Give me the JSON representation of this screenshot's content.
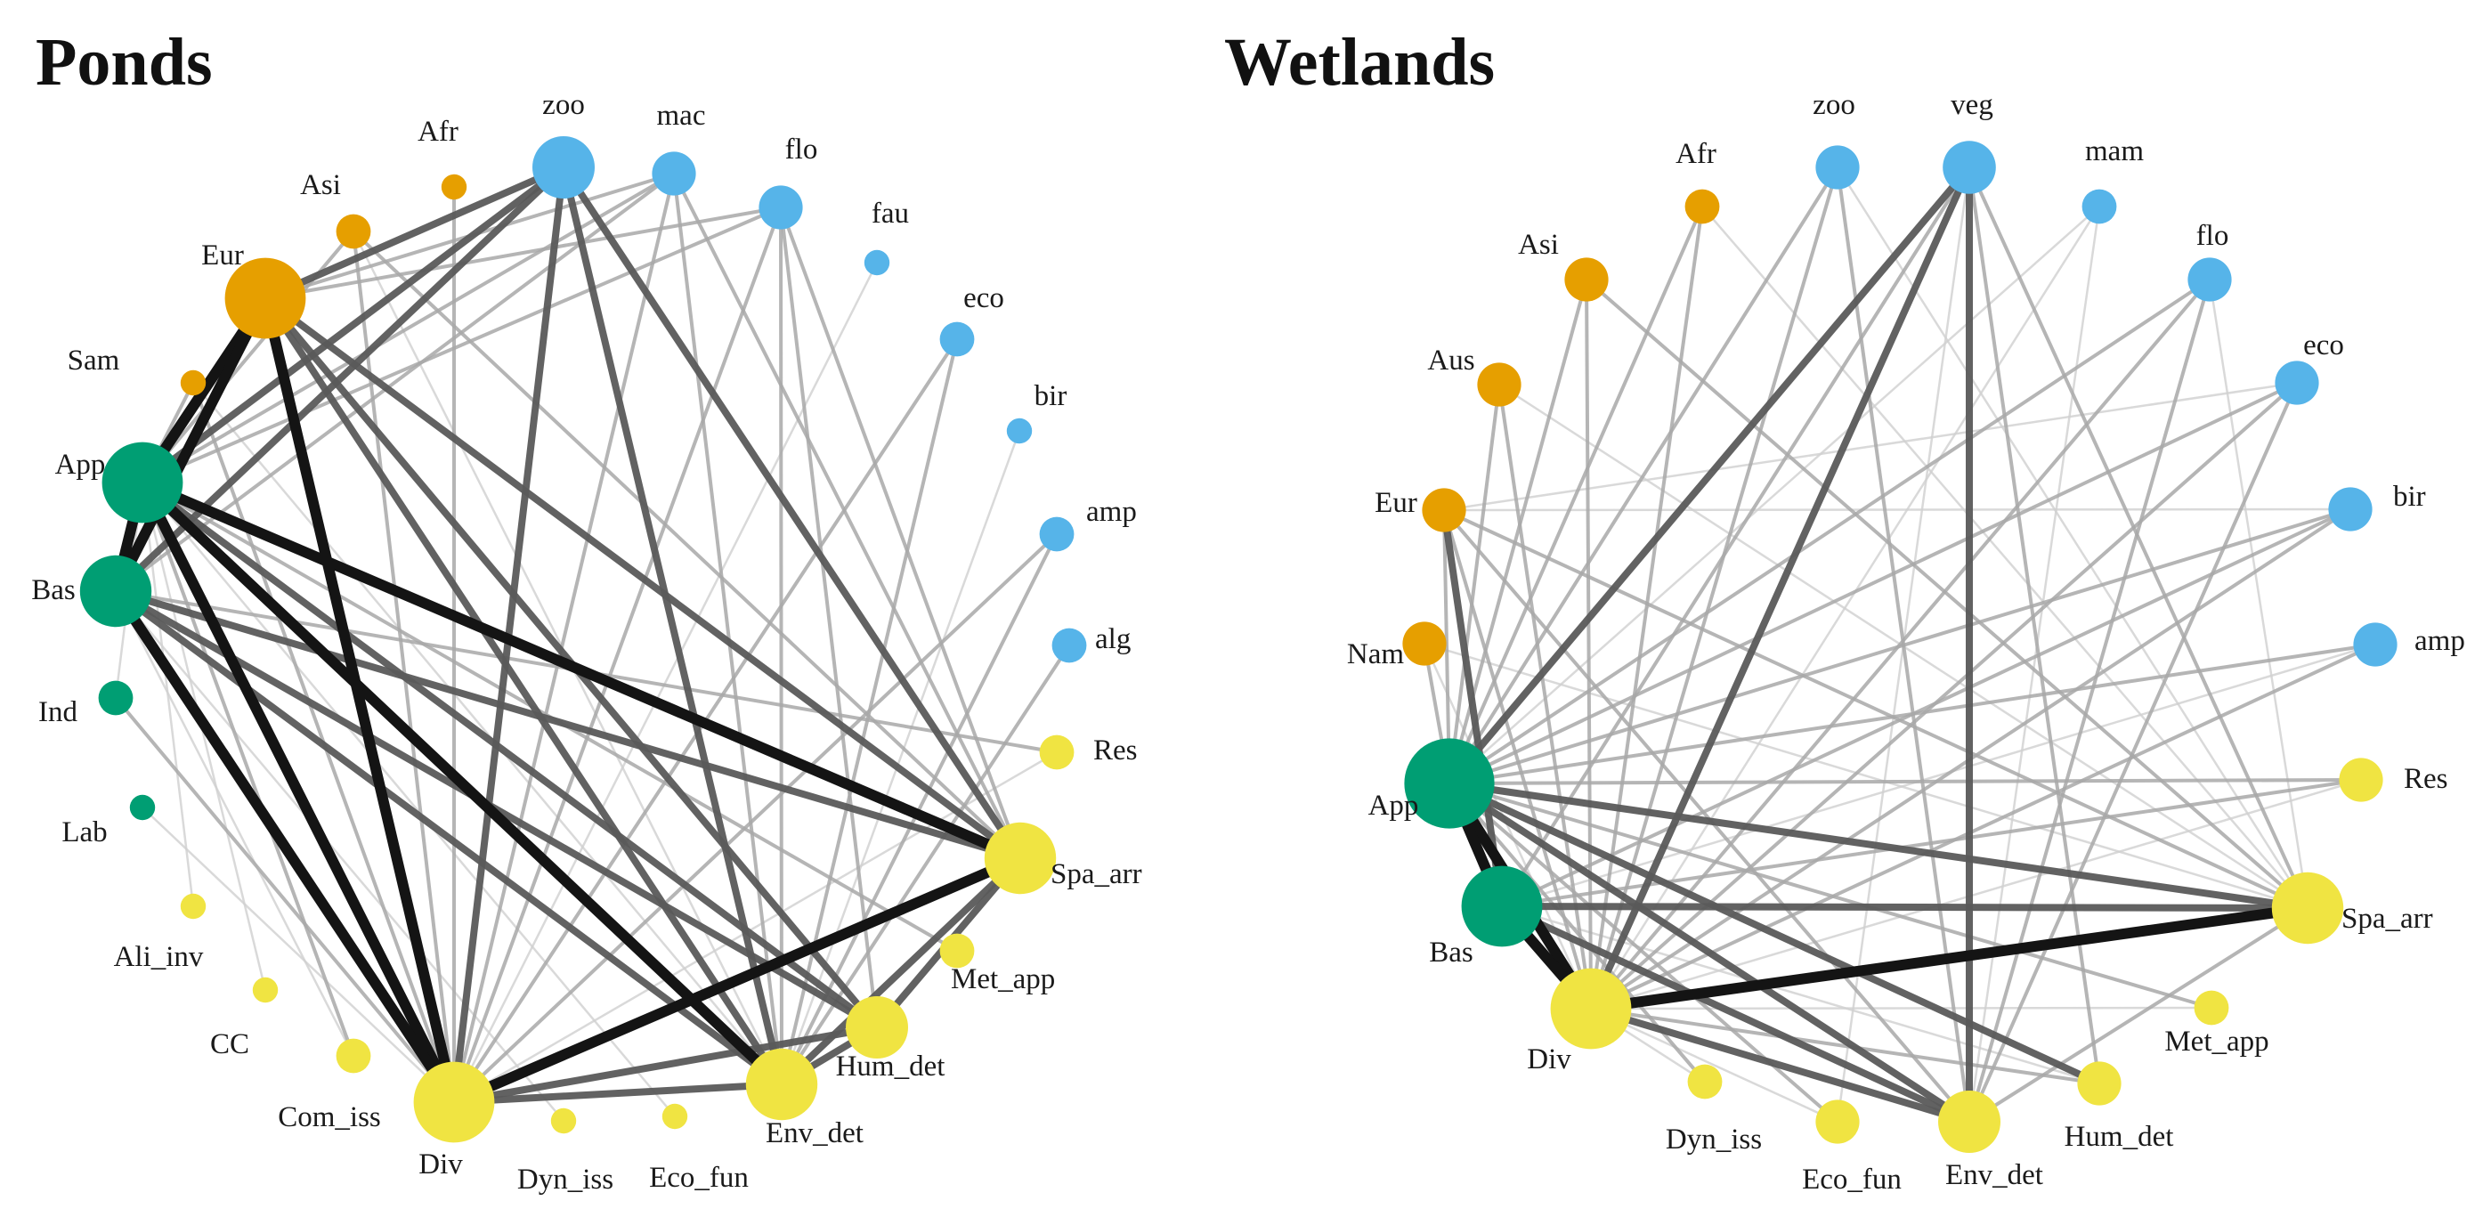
{
  "colors": {
    "region": "#E69F00",
    "taxon": "#56B4E9",
    "approach": "#009E73",
    "topic": "#F0E442",
    "edge_strong": "#141414",
    "edge_medium": "#5a5a5a",
    "edge_light": "#a8a8a8",
    "edge_faint": "#cfcfcf"
  },
  "panels": [
    {
      "title": "Ponds",
      "nodes": [
        {
          "id": "zoo",
          "label": "zoo",
          "group": "taxon",
          "weight": 5
        },
        {
          "id": "mac",
          "label": "mac",
          "group": "taxon",
          "weight": 3
        },
        {
          "id": "flo",
          "label": "flo",
          "group": "taxon",
          "weight": 3
        },
        {
          "id": "fau",
          "label": "fau",
          "group": "taxon",
          "weight": 1
        },
        {
          "id": "eco",
          "label": "eco",
          "group": "taxon",
          "weight": 2
        },
        {
          "id": "bir",
          "label": "bir",
          "group": "taxon",
          "weight": 1
        },
        {
          "id": "amp",
          "label": "amp",
          "group": "taxon",
          "weight": 2
        },
        {
          "id": "alg",
          "label": "alg",
          "group": "taxon",
          "weight": 2
        },
        {
          "id": "Res",
          "label": "Res",
          "group": "topic",
          "weight": 2
        },
        {
          "id": "Spa_arr",
          "label": "Spa_arr",
          "group": "topic",
          "weight": 6
        },
        {
          "id": "Met_app",
          "label": "Met_app",
          "group": "topic",
          "weight": 2
        },
        {
          "id": "Hum_det",
          "label": "Hum_det",
          "group": "topic",
          "weight": 5
        },
        {
          "id": "Env_det",
          "label": "Env_det",
          "group": "topic",
          "weight": 6
        },
        {
          "id": "Eco_fun",
          "label": "Eco_fun",
          "group": "topic",
          "weight": 1
        },
        {
          "id": "Dyn_iss",
          "label": "Dyn_iss",
          "group": "topic",
          "weight": 1
        },
        {
          "id": "Div",
          "label": "Div",
          "group": "topic",
          "weight": 7
        },
        {
          "id": "Com_iss",
          "label": "Com_iss",
          "group": "topic",
          "weight": 2
        },
        {
          "id": "CC",
          "label": "CC",
          "group": "topic",
          "weight": 1
        },
        {
          "id": "Ali_inv",
          "label": "Ali_inv",
          "group": "topic",
          "weight": 1
        },
        {
          "id": "Lab",
          "label": "Lab",
          "group": "approach",
          "weight": 1
        },
        {
          "id": "Ind",
          "label": "Ind",
          "group": "approach",
          "weight": 2
        },
        {
          "id": "Bas",
          "label": "Bas",
          "group": "approach",
          "weight": 6
        },
        {
          "id": "App",
          "label": "App",
          "group": "approach",
          "weight": 7
        },
        {
          "id": "Sam",
          "label": "Sam",
          "group": "region",
          "weight": 1
        },
        {
          "id": "Eur",
          "label": "Eur",
          "group": "region",
          "weight": 7
        },
        {
          "id": "Asi",
          "label": "Asi",
          "group": "region",
          "weight": 2
        },
        {
          "id": "Afr",
          "label": "Afr",
          "group": "region",
          "weight": 1
        }
      ],
      "edges": [
        [
          "App",
          "Div",
          "strong"
        ],
        [
          "App",
          "Env_det",
          "strong"
        ],
        [
          "App",
          "Spa_arr",
          "strong"
        ],
        [
          "Bas",
          "Div",
          "strong"
        ],
        [
          "Eur",
          "Div",
          "strong"
        ],
        [
          "Eur",
          "App",
          "strong"
        ],
        [
          "Div",
          "Spa_arr",
          "strong"
        ],
        [
          "Bas",
          "App",
          "strong"
        ],
        [
          "Eur",
          "Bas",
          "strong"
        ],
        [
          "Eur",
          "Spa_arr",
          "medium"
        ],
        [
          "Eur",
          "Env_det",
          "medium"
        ],
        [
          "Eur",
          "Hum_det",
          "medium"
        ],
        [
          "zoo",
          "Spa_arr",
          "medium"
        ],
        [
          "zoo",
          "Div",
          "medium"
        ],
        [
          "zoo",
          "Env_det",
          "medium"
        ],
        [
          "zoo",
          "App",
          "medium"
        ],
        [
          "zoo",
          "Bas",
          "medium"
        ],
        [
          "zoo",
          "Eur",
          "medium"
        ],
        [
          "Bas",
          "Env_det",
          "medium"
        ],
        [
          "Bas",
          "Spa_arr",
          "medium"
        ],
        [
          "Bas",
          "Hum_det",
          "medium"
        ],
        [
          "App",
          "Hum_det",
          "medium"
        ],
        [
          "Div",
          "Env_det",
          "medium"
        ],
        [
          "Env_det",
          "Spa_arr",
          "medium"
        ],
        [
          "Hum_det",
          "Spa_arr",
          "medium"
        ],
        [
          "Hum_det",
          "Env_det",
          "medium"
        ],
        [
          "Div",
          "Hum_det",
          "medium"
        ],
        [
          "mac",
          "App",
          "light"
        ],
        [
          "mac",
          "Env_det",
          "light"
        ],
        [
          "mac",
          "Div",
          "light"
        ],
        [
          "mac",
          "Spa_arr",
          "light"
        ],
        [
          "mac",
          "Bas",
          "light"
        ],
        [
          "mac",
          "Eur",
          "light"
        ],
        [
          "flo",
          "App",
          "light"
        ],
        [
          "flo",
          "Env_det",
          "light"
        ],
        [
          "flo",
          "Div",
          "light"
        ],
        [
          "flo",
          "Spa_arr",
          "light"
        ],
        [
          "flo",
          "Eur",
          "light"
        ],
        [
          "flo",
          "Hum_det",
          "light"
        ],
        [
          "Asi",
          "App",
          "light"
        ],
        [
          "Asi",
          "Div",
          "light"
        ],
        [
          "Asi",
          "Spa_arr",
          "light"
        ],
        [
          "Sam",
          "App",
          "light"
        ],
        [
          "Sam",
          "Div",
          "light"
        ],
        [
          "Afr",
          "Div",
          "light"
        ],
        [
          "amp",
          "Div",
          "light"
        ],
        [
          "amp",
          "Env_det",
          "light"
        ],
        [
          "eco",
          "Div",
          "light"
        ],
        [
          "eco",
          "Env_det",
          "light"
        ],
        [
          "alg",
          "Env_det",
          "light"
        ],
        [
          "Res",
          "Bas",
          "light"
        ],
        [
          "Met_app",
          "App",
          "light"
        ],
        [
          "Com_iss",
          "App",
          "light"
        ],
        [
          "Ind",
          "Div",
          "light"
        ],
        [
          "Bas",
          "Com_iss",
          "faint"
        ],
        [
          "Lab",
          "Div",
          "faint"
        ],
        [
          "Ali_inv",
          "App",
          "faint"
        ],
        [
          "CC",
          "App",
          "faint"
        ],
        [
          "Dyn_iss",
          "Bas",
          "faint"
        ],
        [
          "Eco_fun",
          "App",
          "faint"
        ],
        [
          "fau",
          "Div",
          "faint"
        ],
        [
          "bir",
          "Env_det",
          "faint"
        ],
        [
          "Res",
          "Div",
          "faint"
        ],
        [
          "Ind",
          "App",
          "faint"
        ],
        [
          "Asi",
          "Env_det",
          "faint"
        ],
        [
          "Sam",
          "Env_det",
          "faint"
        ]
      ]
    },
    {
      "title": "Wetlands",
      "nodes": [
        {
          "id": "veg",
          "label": "veg",
          "group": "taxon",
          "weight": 4
        },
        {
          "id": "mam",
          "label": "mam",
          "group": "taxon",
          "weight": 2
        },
        {
          "id": "flo",
          "label": "flo",
          "group": "taxon",
          "weight": 3
        },
        {
          "id": "eco",
          "label": "eco",
          "group": "taxon",
          "weight": 3
        },
        {
          "id": "bir",
          "label": "bir",
          "group": "taxon",
          "weight": 3
        },
        {
          "id": "amp",
          "label": "amp",
          "group": "taxon",
          "weight": 3
        },
        {
          "id": "Res",
          "label": "Res",
          "group": "topic",
          "weight": 3
        },
        {
          "id": "Spa_arr",
          "label": "Spa_arr",
          "group": "topic",
          "weight": 6
        },
        {
          "id": "Met_app",
          "label": "Met_app",
          "group": "topic",
          "weight": 2
        },
        {
          "id": "Hum_det",
          "label": "Hum_det",
          "group": "topic",
          "weight": 3
        },
        {
          "id": "Env_det",
          "label": "Env_det",
          "group": "topic",
          "weight": 5
        },
        {
          "id": "Eco_fun",
          "label": "Eco_fun",
          "group": "topic",
          "weight": 3
        },
        {
          "id": "Dyn_iss",
          "label": "Dyn_iss",
          "group": "topic",
          "weight": 2
        },
        {
          "id": "Div",
          "label": "Div",
          "group": "topic",
          "weight": 7
        },
        {
          "id": "Bas",
          "label": "Bas",
          "group": "approach",
          "weight": 7
        },
        {
          "id": "App",
          "label": "App",
          "group": "approach",
          "weight": 8
        },
        {
          "id": "Nam",
          "label": "Nam",
          "group": "region",
          "weight": 3
        },
        {
          "id": "Eur",
          "label": "Eur",
          "group": "region",
          "weight": 3
        },
        {
          "id": "Aus",
          "label": "Aus",
          "group": "region",
          "weight": 3
        },
        {
          "id": "Asi",
          "label": "Asi",
          "group": "region",
          "weight": 3
        },
        {
          "id": "Afr",
          "label": "Afr",
          "group": "region",
          "weight": 2
        },
        {
          "id": "zoo",
          "label": "zoo",
          "group": "taxon",
          "weight": 3
        }
      ],
      "edges": [
        [
          "App",
          "Div",
          "strong"
        ],
        [
          "Bas",
          "Div",
          "strong"
        ],
        [
          "App",
          "Bas",
          "strong"
        ],
        [
          "Div",
          "Spa_arr",
          "strong"
        ],
        [
          "App",
          "Spa_arr",
          "medium"
        ],
        [
          "Bas",
          "Spa_arr",
          "medium"
        ],
        [
          "veg",
          "Div",
          "medium"
        ],
        [
          "veg",
          "App",
          "medium"
        ],
        [
          "veg",
          "Env_det",
          "medium"
        ],
        [
          "App",
          "Env_det",
          "medium"
        ],
        [
          "Bas",
          "Env_det",
          "medium"
        ],
        [
          "Div",
          "Env_det",
          "medium"
        ],
        [
          "Eur",
          "Bas",
          "medium"
        ],
        [
          "App",
          "Hum_det",
          "medium"
        ],
        [
          "veg",
          "Bas",
          "light"
        ],
        [
          "veg",
          "Spa_arr",
          "light"
        ],
        [
          "veg",
          "Hum_det",
          "light"
        ],
        [
          "zoo",
          "App",
          "light"
        ],
        [
          "zoo",
          "Div",
          "light"
        ],
        [
          "zoo",
          "Env_det",
          "light"
        ],
        [
          "Afr",
          "App",
          "light"
        ],
        [
          "Afr",
          "Div",
          "light"
        ],
        [
          "Asi",
          "App",
          "light"
        ],
        [
          "Asi",
          "Div",
          "light"
        ],
        [
          "Aus",
          "App",
          "light"
        ],
        [
          "Aus",
          "Div",
          "light"
        ],
        [
          "Eur",
          "App",
          "light"
        ],
        [
          "Eur",
          "Div",
          "light"
        ],
        [
          "Nam",
          "App",
          "light"
        ],
        [
          "flo",
          "Div",
          "light"
        ],
        [
          "flo",
          "App",
          "light"
        ],
        [
          "flo",
          "Env_det",
          "light"
        ],
        [
          "eco",
          "Div",
          "light"
        ],
        [
          "eco",
          "App",
          "light"
        ],
        [
          "eco",
          "Env_det",
          "light"
        ],
        [
          "bir",
          "App",
          "light"
        ],
        [
          "bir",
          "Div",
          "light"
        ],
        [
          "bir",
          "Bas",
          "light"
        ],
        [
          "amp",
          "App",
          "light"
        ],
        [
          "amp",
          "Div",
          "light"
        ],
        [
          "Res",
          "Bas",
          "light"
        ],
        [
          "Res",
          "App",
          "light"
        ],
        [
          "Met_app",
          "App",
          "light"
        ],
        [
          "Hum_det",
          "Div",
          "light"
        ],
        [
          "Eco_fun",
          "App",
          "light"
        ],
        [
          "Dyn_iss",
          "App",
          "light"
        ],
        [
          "Env_det",
          "Spa_arr",
          "light"
        ],
        [
          "Asi",
          "Spa_arr",
          "light"
        ],
        [
          "Eur",
          "Spa_arr",
          "light"
        ],
        [
          "Eur",
          "Env_det",
          "light"
        ],
        [
          "mam",
          "App",
          "faint"
        ],
        [
          "mam",
          "Div",
          "faint"
        ],
        [
          "mam",
          "Env_det",
          "faint"
        ],
        [
          "flo",
          "Spa_arr",
          "faint"
        ],
        [
          "eco",
          "Eur",
          "faint"
        ],
        [
          "bir",
          "Eur",
          "faint"
        ],
        [
          "amp",
          "Bas",
          "faint"
        ],
        [
          "Res",
          "Div",
          "faint"
        ],
        [
          "Met_app",
          "Div",
          "faint"
        ],
        [
          "Hum_det",
          "Bas",
          "faint"
        ],
        [
          "Eco_fun",
          "Div",
          "faint"
        ],
        [
          "Dyn_iss",
          "Div",
          "faint"
        ],
        [
          "Afr",
          "Spa_arr",
          "faint"
        ],
        [
          "Aus",
          "Spa_arr",
          "faint"
        ],
        [
          "zoo",
          "Spa_arr",
          "faint"
        ],
        [
          "Nam",
          "Div",
          "faint"
        ],
        [
          "Nam",
          "Spa_arr",
          "faint"
        ],
        [
          "veg",
          "Eco_fun",
          "faint"
        ]
      ]
    }
  ]
}
